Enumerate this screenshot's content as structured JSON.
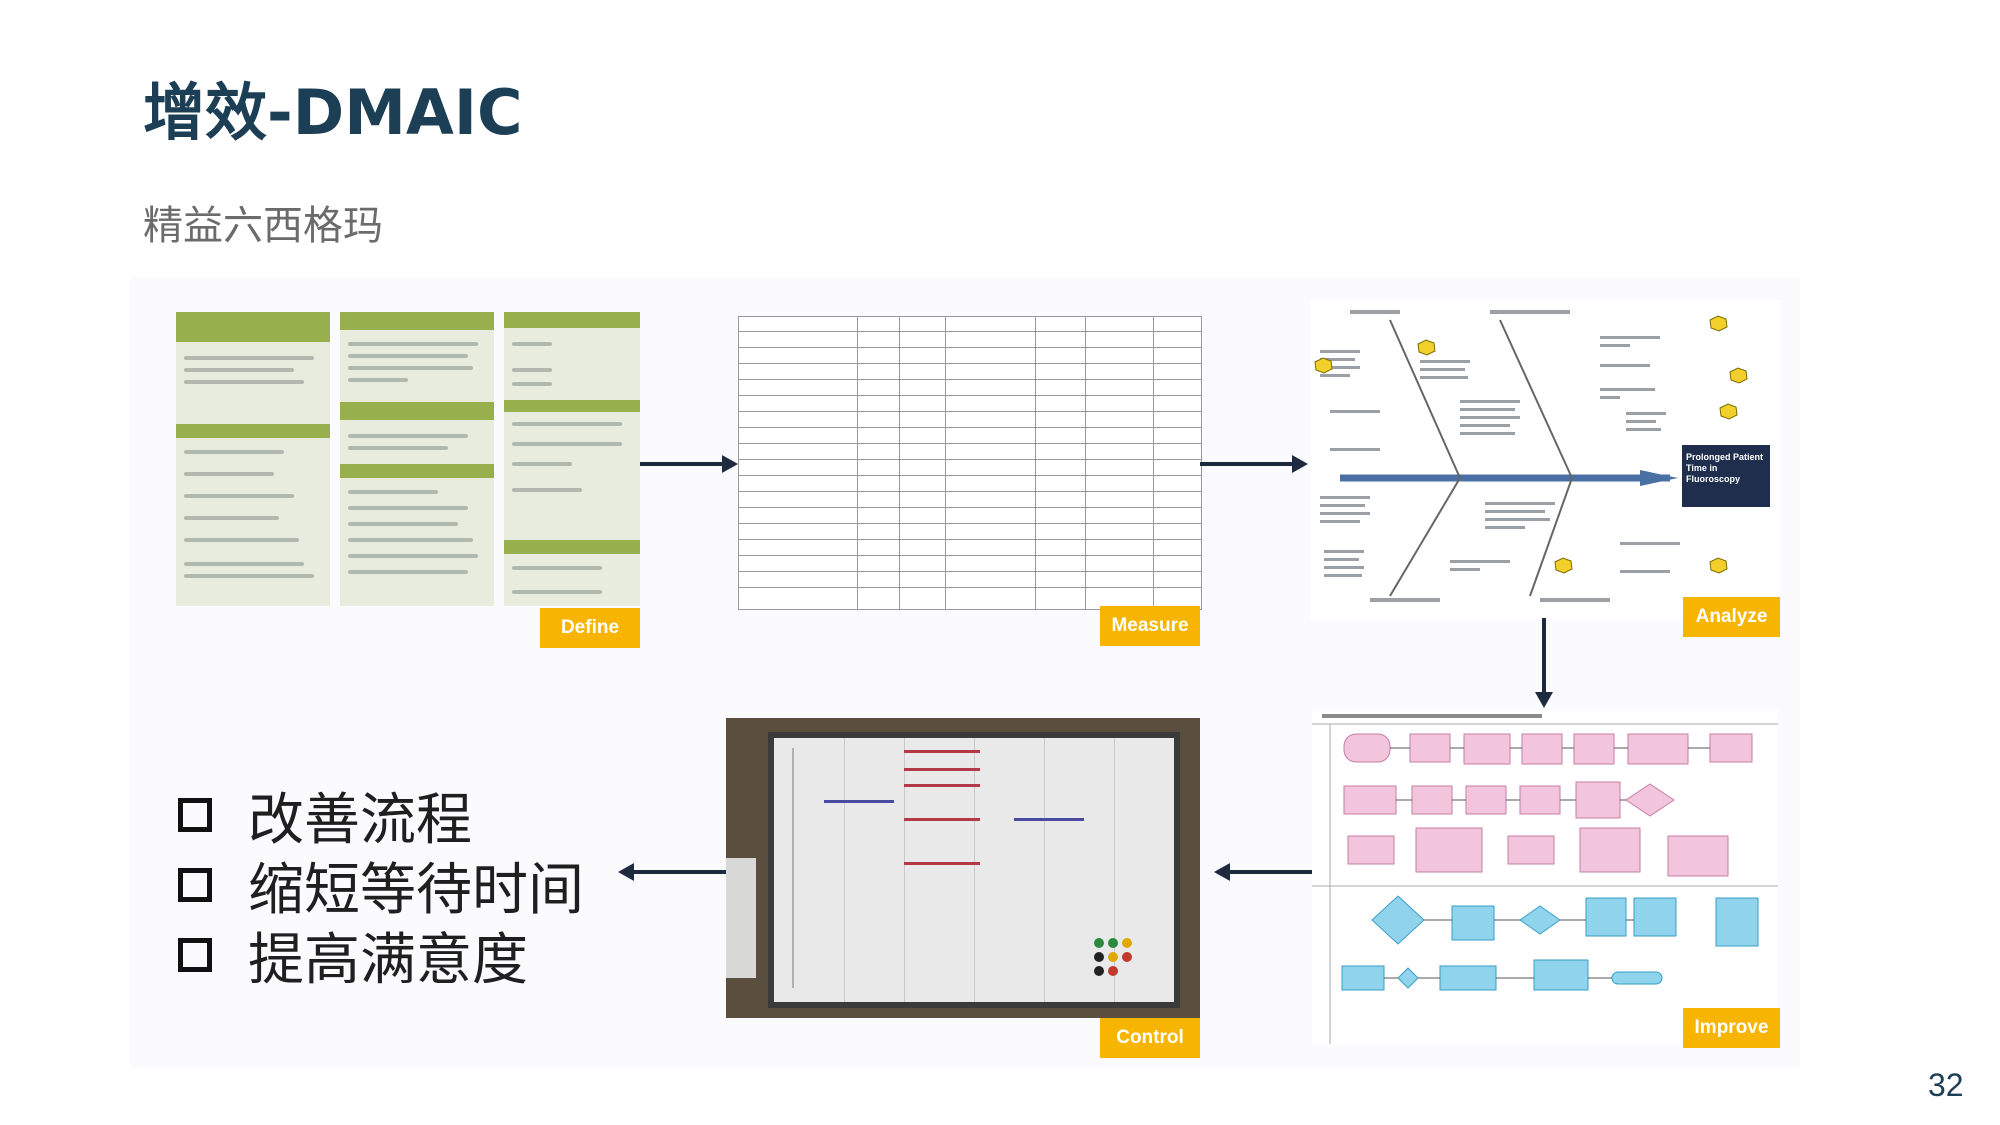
{
  "slide": {
    "title": "增效-DMAIC",
    "subtitle": "精益六西格玛",
    "page_number": "32"
  },
  "phases": {
    "define": "Define",
    "measure": "Measure",
    "analyze": "Analyze",
    "improve": "Improve",
    "control": "Control"
  },
  "analyze_diagram": {
    "effect_label": "Prolonged Patient Time in Fluoroscopy"
  },
  "bullets": [
    "改善流程",
    "缩短等待时间",
    "提高满意度"
  ],
  "colors": {
    "title": "#1d3f56",
    "badge": "#f7b400",
    "define_header": "#97b04d",
    "arrow": "#1d2a40"
  }
}
